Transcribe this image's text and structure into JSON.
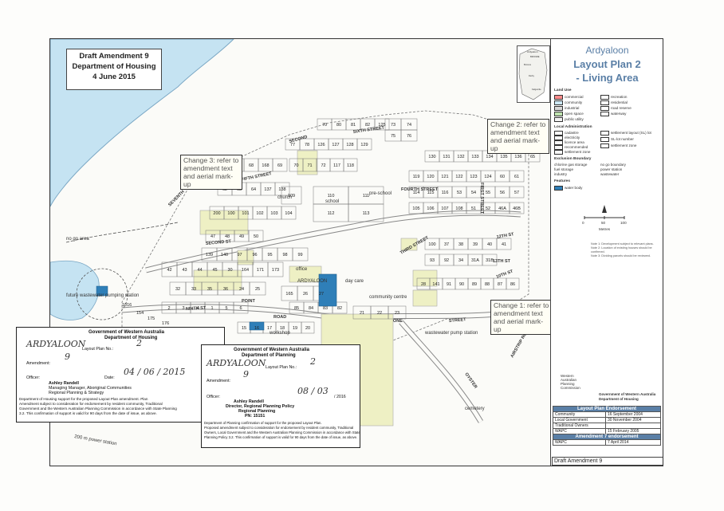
{
  "title_box": {
    "line1": "Draft Amendment 9",
    "line2": "Department of Housing",
    "line3": "4 June 2015"
  },
  "plan_title": {
    "line1": "Ardyaloon",
    "line2": "Layout Plan 2",
    "line3": "- Living Area"
  },
  "changes": [
    {
      "id": "change-1",
      "line1": "Change 1: refer to",
      "line2": "amendment text",
      "line3": "and aerial mark-up"
    },
    {
      "id": "change-2",
      "line1": "Change 2: refer to",
      "line2": "amendment text",
      "line3": "and aerial mark-up"
    },
    {
      "id": "change-3",
      "line1": "Change 3: refer to",
      "line2": "amendment text",
      "line3": "and aerial mark-up"
    }
  ],
  "map_labels": {
    "no_go_area": "no go area",
    "future_wastewater": "future wastewater pumping station",
    "school": "school",
    "pre_school": "pre-school",
    "church": "church",
    "office": "office",
    "day_care": "day care",
    "community_centre": "community centre",
    "workshop": "workshop",
    "wastewater_pump": "wastewater pump station",
    "cemetery": "cemetery",
    "airstrip": "airstrip",
    "power_station": "200 m power station",
    "ardyaloon_road": "ARDYALOON",
    "streets": [
      "SIXTH STREET",
      "FIFTH STREET",
      "FOURTH STREET",
      "THIRD STREET",
      "SECOND ST",
      "SECOND",
      "NINTH ST",
      "ONE",
      "POINT",
      "ROAD",
      "STREET",
      "AIRSTRIP ROAD",
      "OYSTER",
      "12TH ST",
      "10TH ST",
      "13TH ST",
      "FIRST STREET",
      "SEVENTH"
    ],
    "lots": [
      "70",
      "80",
      "81",
      "82",
      "125",
      "73",
      "74",
      "75",
      "76",
      "77",
      "78",
      "126",
      "127",
      "128",
      "129",
      "130",
      "131",
      "132",
      "133",
      "134",
      "135",
      "136",
      "65",
      "67",
      "68",
      "168",
      "69",
      "70",
      "71",
      "72",
      "117",
      "118",
      "119",
      "120",
      "121",
      "122",
      "123",
      "124",
      "60",
      "61",
      "62",
      "63",
      "64",
      "137",
      "138",
      "109",
      "110",
      "111",
      "112",
      "113",
      "114",
      "115",
      "116",
      "53",
      "54",
      "55",
      "56",
      "57",
      "200",
      "100",
      "101",
      "102",
      "103",
      "104",
      "105",
      "106",
      "107",
      "108",
      "51",
      "52",
      "46A",
      "46B",
      "47",
      "48",
      "49",
      "50",
      "139",
      "140",
      "97",
      "96",
      "95",
      "98",
      "99",
      "100",
      "37",
      "38",
      "39",
      "40",
      "41",
      "42",
      "43",
      "44",
      "45",
      "30",
      "164",
      "171",
      "173",
      "93",
      "92",
      "34",
      "31A",
      "31B",
      "32",
      "33",
      "35",
      "36",
      "24",
      "25",
      "165",
      "26",
      "27",
      "28",
      "141",
      "91",
      "90",
      "89",
      "88",
      "87",
      "86",
      "85",
      "84",
      "83",
      "82",
      "2",
      "3",
      "4",
      "1",
      "5",
      "6",
      "15",
      "16",
      "17",
      "18",
      "19",
      "20",
      "21",
      "22",
      "23",
      "1016",
      "154",
      "175",
      "176"
    ]
  },
  "legend": {
    "land_use_heading": "Land Use",
    "land_use_left": [
      "commercial",
      "community",
      "industrial",
      "open space",
      "public utility"
    ],
    "land_use_right": [
      "recreation",
      "residential",
      "road reserve",
      "waterway"
    ],
    "admin_heading": "Local Administration",
    "admin_left": [
      "cadastre",
      "electricity",
      "licence area",
      "recommended",
      "settlement zone"
    ],
    "admin_right": [
      "settlement layout (SL) lot",
      "SL-lot number",
      "settlement zone"
    ],
    "exclusion_heading": "Exclusion Boundary",
    "exclusion_left": [
      "chlorine gas storage",
      "fuel storage",
      "industry"
    ],
    "exclusion_right": [
      "no go boundary",
      "power station",
      "wastewater"
    ],
    "features_heading": "Features",
    "features_item": "water body",
    "scale_label": "Metres",
    "scale_ticks": [
      "0",
      "50",
      "100"
    ]
  },
  "inset_labels": [
    "Ardyaloon",
    "BROOME",
    "Broome",
    "Derby",
    "Kalgoorlie"
  ],
  "notes": [
    "Note 1: Development subject to relevant plans.",
    "Note 2: Location of existing houses should be confirmed.",
    "Note 3: Dividing parcels should be reviewed."
  ],
  "amend_table": {
    "header": "Layout Plan Endorsement",
    "rows": [
      {
        "label": "Community",
        "value": "16 September 2004"
      },
      {
        "label": "Local Government",
        "value": "30 November 2004"
      },
      {
        "label": "Traditional Owners",
        "value": ""
      },
      {
        "label": "WAPC",
        "value": "15 February 2005"
      }
    ],
    "amend_header": "Amendment 7 endorsement",
    "amend_row": {
      "label": "WAPC",
      "value": "7 April 2014"
    }
  },
  "draft_label": "Draft Amendment 9",
  "stamp1": {
    "gov": "Government of Western Australia",
    "dept": "Department of Housing",
    "layout_plan_label": "Layout Plan No.:",
    "layout_plan_no": "2",
    "place": "ARDYALOON",
    "amendment_label": "Amendment:",
    "amendment_no": "9",
    "officer_label": "Officer:",
    "date_label": "Date:",
    "date_value": "04 / 06 / 2015",
    "name": "Ashley Randell",
    "role1": "Managing Manager, Aboriginal Communities",
    "role2": "Regional Planning & Strategy",
    "text1": "Department of Housing support for the proposed Layout Plan amendment. Plan",
    "text2": "Amendment subject to consideration for endorsement by resident community, Traditional",
    "text3": "Government and the Western Australian Planning Commission in accordance with State Planning",
    "text4": "3.2. This confirmation of support is valid for 90 days from the date of issue, as above."
  },
  "stamp2": {
    "gov": "Government of Western Australia",
    "dept": "Department of Planning",
    "place": "ARDYALOON",
    "layout_plan_label": "Layout Plan No.:",
    "layout_plan_no": "2",
    "amendment_label": "Amendment:",
    "amendment_no": "9",
    "officer_label": "Officer:",
    "date_value": "08 / 03",
    "year": "/ 2016",
    "name": "Ashley Randell",
    "role1": "Director, Regional Planning Policy",
    "role2": "Regional Planning",
    "pn": "PN: 15151",
    "text1": "Department of Planning confirmation of support for the proposed Layout Plan.",
    "text2": "Proposed amendment subject to consideration for endorsement by resident community, Traditional",
    "text3": "Owners, Local Government and the Western Australian Planning Commission in accordance with State",
    "text4": "Planning Policy 3.2. This confirmation of support is valid for 90 days from the date of issue, as above."
  },
  "wapc": {
    "line1": "Western",
    "line2": "Australian",
    "line3": "Planning",
    "line4": "Commission"
  },
  "gov_logo": {
    "line1": "Government of Western Australia",
    "line2": "Department of Housing"
  },
  "colors": {
    "ocean": "#c5e3f2",
    "residential_hatch": "#eef0c4",
    "water_body": "#2f7fb8",
    "accent": "#5a7fa6"
  }
}
